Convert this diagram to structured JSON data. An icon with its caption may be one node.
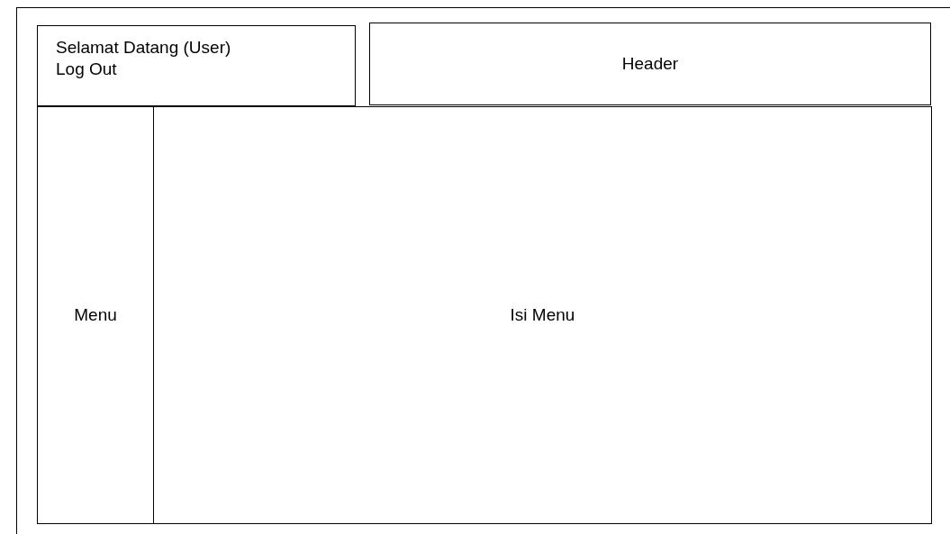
{
  "diagram": {
    "nodes": [
      {
        "text": [],
        "shape": "box"
      },
      {
        "text": [
          "Selamat Datang (User)",
          "Log Out"
        ],
        "in": 0
      },
      {
        "text": [
          "Header"
        ],
        "in": 0
      },
      {
        "text": [
          "Menu"
        ],
        "in": 0
      },
      {
        "text": [
          "Isi Menu"
        ],
        "in": 0
      }
    ]
  }
}
